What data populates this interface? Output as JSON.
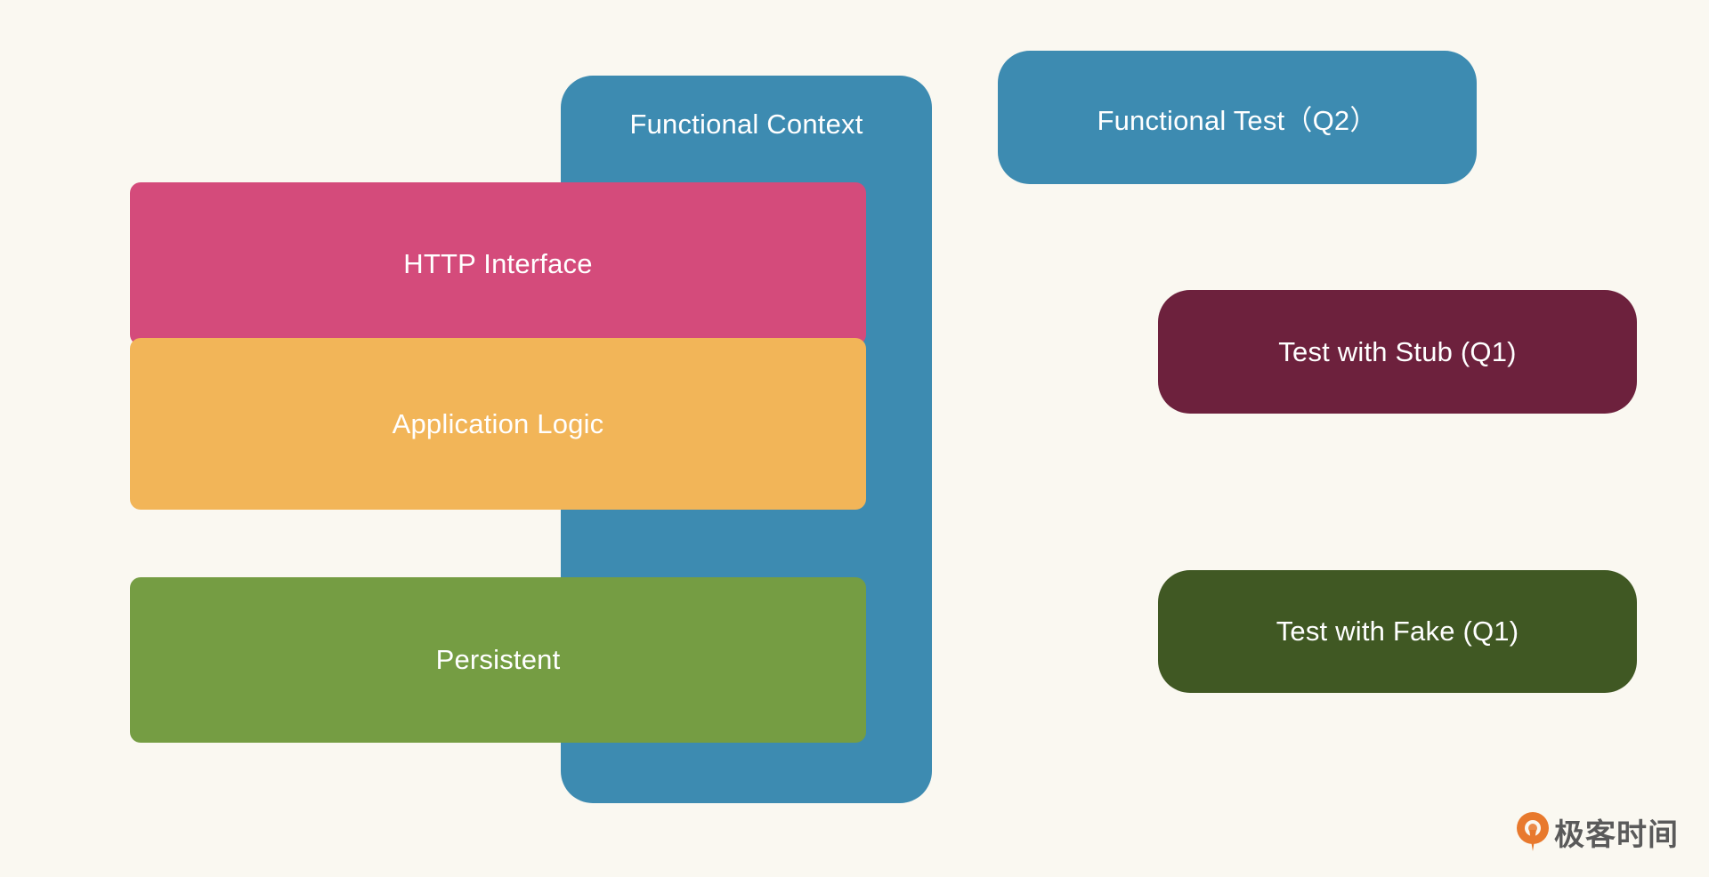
{
  "diagram": {
    "layers": [
      {
        "id": "http-interface",
        "label": "HTTP Interface",
        "color": "#d44b7b"
      },
      {
        "id": "application-logic",
        "label": "Application Logic",
        "color": "#f2b558"
      },
      {
        "id": "persistent",
        "label": "Persistent",
        "color": "#759d43"
      }
    ],
    "context": {
      "label": "Functional Context",
      "color": "#3d8bb1"
    },
    "legend": [
      {
        "id": "functional-test",
        "label": "Functional Test（Q2）",
        "color": "#3d8bb1"
      },
      {
        "id": "test-stub",
        "label": "Test with Stub (Q1)",
        "color": "#6d213d"
      },
      {
        "id": "test-fake",
        "label": "Test with Fake (Q1)",
        "color": "#405823"
      }
    ]
  },
  "brand": {
    "name": "极客时间",
    "logo_icon": "geektime-logo-icon",
    "logo_color": "#e8792d"
  }
}
